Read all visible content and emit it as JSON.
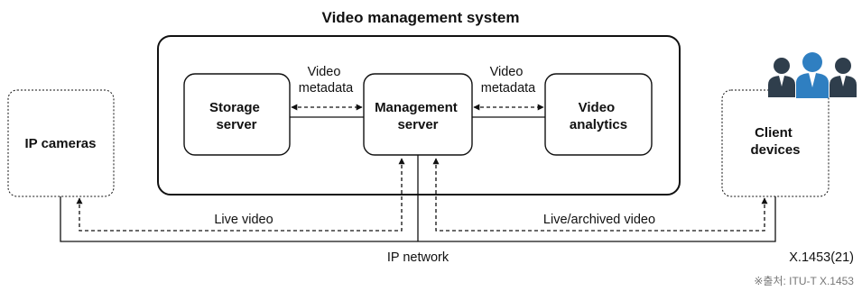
{
  "title": "Video management system",
  "boxes": {
    "storage": [
      "Storage",
      "server"
    ],
    "management": [
      "Management",
      "server"
    ],
    "analytics": [
      "Video",
      "analytics"
    ],
    "cameras": [
      "IP cameras"
    ],
    "clients": [
      "Client",
      "devices"
    ]
  },
  "labels": {
    "left_metadata": [
      "Video",
      "metadata"
    ],
    "right_metadata": [
      "Video",
      "metadata"
    ],
    "live_video": "Live video",
    "live_archived": "Live/archived video",
    "ip_network": "IP network",
    "figure_id": "X.1453(21)",
    "source": "※출처: ITU-T X.1453"
  },
  "colors": {
    "line": "#111111",
    "user_blue": "#2f7fc1",
    "user_dark": "#2f3e4c"
  }
}
